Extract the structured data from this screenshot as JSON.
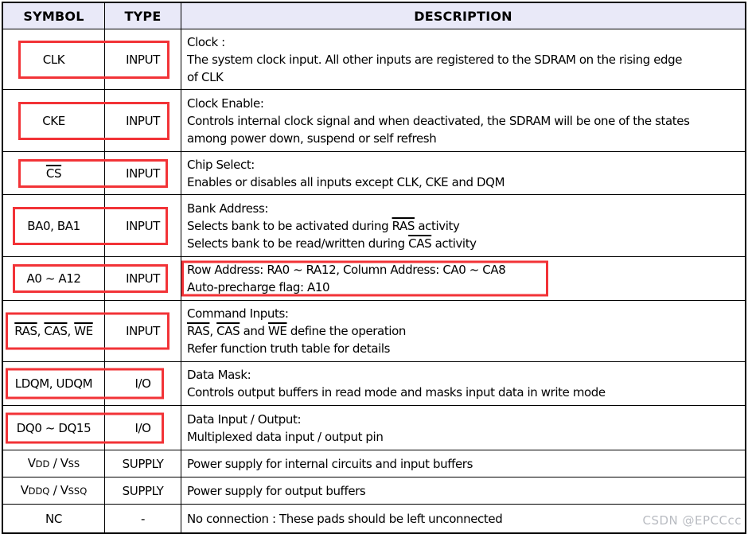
{
  "watermark": "CSDN @EPCCcc",
  "colors": {
    "header_bg": "#e9e9f8",
    "table_border": "#000000",
    "highlight_red": "#f23337",
    "watermark_gray": "#b9bcc2",
    "text": "#000000"
  },
  "table": {
    "headers": [
      "SYMBOL",
      "TYPE",
      "DESCRIPTION"
    ],
    "rows": [
      {
        "symbol": [
          {
            "t": "CLK"
          }
        ],
        "type": "INPUT",
        "symbol_boxed": true,
        "desc": [
          [
            {
              "t": "Clock :"
            }
          ],
          [
            {
              "t": "The system clock input. All other inputs are registered to the SDRAM on the rising edge"
            }
          ],
          [
            {
              "t": "of CLK"
            }
          ]
        ]
      },
      {
        "symbol": [
          {
            "t": "CKE"
          }
        ],
        "type": "INPUT",
        "symbol_boxed": true,
        "desc": [
          [
            {
              "t": "Clock Enable:"
            }
          ],
          [
            {
              "t": "Controls internal clock signal and when deactivated, the SDRAM will be one of the states"
            }
          ],
          [
            {
              "t": "among power down, suspend or self refresh"
            }
          ]
        ]
      },
      {
        "symbol": [
          {
            "t": "CS",
            "over": true
          }
        ],
        "type": "INPUT",
        "symbol_boxed": true,
        "desc": [
          [
            {
              "t": "Chip Select:"
            }
          ],
          [
            {
              "t": "Enables or disables all inputs except CLK, CKE and DQM"
            }
          ]
        ]
      },
      {
        "symbol": [
          {
            "t": "BA0, BA1"
          }
        ],
        "type": "INPUT",
        "symbol_boxed": true,
        "desc": [
          [
            {
              "t": "Bank Address:"
            }
          ],
          [
            {
              "t": "Selects bank to be activated during "
            },
            {
              "t": "RAS",
              "over": true
            },
            {
              "t": " activity"
            }
          ],
          [
            {
              "t": "Selects bank to be read/written during "
            },
            {
              "t": "CAS",
              "over": true
            },
            {
              "t": " activity"
            }
          ]
        ]
      },
      {
        "symbol": [
          {
            "t": "A0 ~ A12"
          }
        ],
        "type": "INPUT",
        "symbol_boxed": true,
        "desc_boxed": true,
        "desc": [
          [
            {
              "t": "Row Address: RA0 ~ RA12, Column Address: CA0 ~ CA8"
            }
          ],
          [
            {
              "t": "Auto-precharge flag: A10"
            }
          ]
        ]
      },
      {
        "symbol": [
          {
            "t": "RAS",
            "over": true
          },
          {
            "t": ", "
          },
          {
            "t": "CAS",
            "over": true
          },
          {
            "t": ", "
          },
          {
            "t": "WE",
            "over": true
          }
        ],
        "type": "INPUT",
        "symbol_boxed": true,
        "desc": [
          [
            {
              "t": "Command Inputs:"
            }
          ],
          [
            {
              "t": "RAS",
              "over": true
            },
            {
              "t": ", "
            },
            {
              "t": "CAS",
              "over": true
            },
            {
              "t": " and "
            },
            {
              "t": "WE",
              "over": true
            },
            {
              "t": " define the operation"
            }
          ],
          [
            {
              "t": "Refer function truth table for details"
            }
          ]
        ]
      },
      {
        "symbol": [
          {
            "t": "LDQM, UDQM"
          }
        ],
        "type": "I/O",
        "symbol_boxed": true,
        "desc": [
          [
            {
              "t": "Data Mask:"
            }
          ],
          [
            {
              "t": "Controls output buffers in read mode and masks input data in write mode"
            }
          ]
        ]
      },
      {
        "symbol": [
          {
            "t": "DQ0 ~ DQ15"
          }
        ],
        "type": "I/O",
        "symbol_boxed": true,
        "desc": [
          [
            {
              "t": "Data Input / Output:"
            }
          ],
          [
            {
              "t": "Multiplexed data input / output pin"
            }
          ]
        ]
      },
      {
        "symbol": [
          {
            "t": "V"
          },
          {
            "t": "DD",
            "small": true
          },
          {
            "t": " / V"
          },
          {
            "t": "SS",
            "small": true
          }
        ],
        "type": "SUPPLY",
        "desc": [
          [
            {
              "t": "Power supply for internal circuits and input buffers"
            }
          ]
        ]
      },
      {
        "symbol": [
          {
            "t": "V"
          },
          {
            "t": "DDQ",
            "small": true
          },
          {
            "t": " / V"
          },
          {
            "t": "SSQ",
            "small": true
          }
        ],
        "type": "SUPPLY",
        "desc": [
          [
            {
              "t": "Power supply for output buffers"
            }
          ]
        ]
      },
      {
        "symbol": [
          {
            "t": "NC"
          }
        ],
        "type": "-",
        "desc": [
          [
            {
              "t": "No connection : These pads should be left unconnected"
            }
          ]
        ]
      }
    ]
  }
}
